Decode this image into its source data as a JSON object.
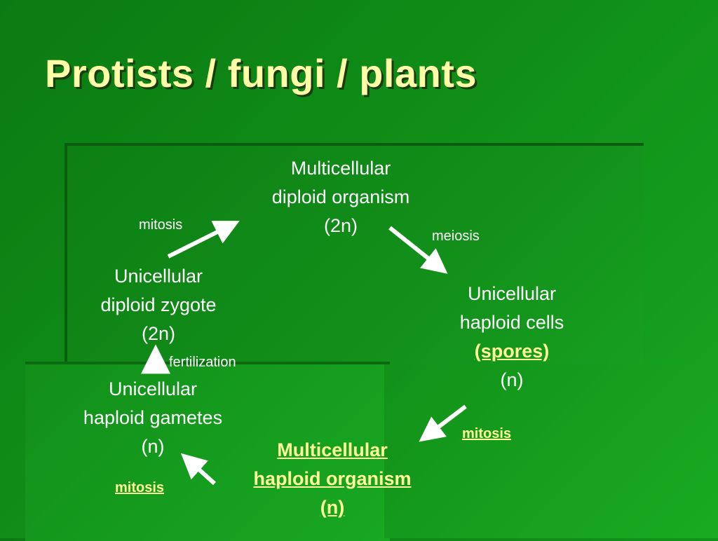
{
  "slide": {
    "title": "Protists / fungi / plants"
  },
  "nodes": {
    "multicellular_diploid": {
      "line1": "Multicellular",
      "line2": "diploid organism",
      "line3": "(2n)"
    },
    "unicellular_haploid_cells": {
      "line1": "Unicellular",
      "line2": "haploid cells",
      "line3": "(spores)",
      "line4": "(n)"
    },
    "multicellular_haploid": {
      "line1": "Multicellular",
      "line2": "haploid organism",
      "line3": "(n)"
    },
    "unicellular_gametes": {
      "line1": "Unicellular",
      "line2": "haploid gametes",
      "line3": "(n)"
    },
    "diploid_zygote": {
      "line1": "Unicellular",
      "line2": "diploid zygote",
      "line3": "(2n)"
    }
  },
  "labels": {
    "mitosis_top": "mitosis",
    "meiosis": "meiosis",
    "mitosis_right": "mitosis",
    "mitosis_bottom": "mitosis",
    "fertilization": "fertilization"
  },
  "colors": {
    "background": "#0f8c17",
    "title_text": "#ffffa8",
    "highlight_text": "#ffff99",
    "body_text": "#ffffff",
    "arrow": "#ffffff"
  }
}
